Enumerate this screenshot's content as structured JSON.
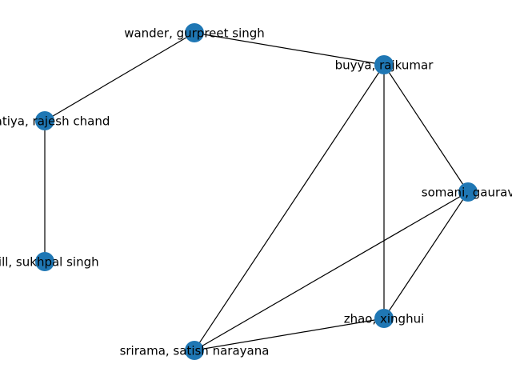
{
  "graph": {
    "node_color": "#1f77b4",
    "edge_color": "#000000",
    "nodes": [
      {
        "id": "wander",
        "label": "wander, gurpreet singh"
      },
      {
        "id": "buyya",
        "label": "buyya, rajkumar"
      },
      {
        "id": "bhatiya",
        "label": "bhatiya, rajesh chand"
      },
      {
        "id": "somani",
        "label": "somani, gaurav"
      },
      {
        "id": "gill",
        "label": "gill, sukhpal singh"
      },
      {
        "id": "zhao",
        "label": "zhao, xinghui"
      },
      {
        "id": "srirama",
        "label": "srirama, satish narayana"
      }
    ],
    "edges": [
      [
        "wander",
        "buyya"
      ],
      [
        "wander",
        "bhatiya"
      ],
      [
        "bhatiya",
        "gill"
      ],
      [
        "buyya",
        "somani"
      ],
      [
        "buyya",
        "zhao"
      ],
      [
        "buyya",
        "srirama"
      ],
      [
        "somani",
        "zhao"
      ],
      [
        "somani",
        "srirama"
      ],
      [
        "zhao",
        "srirama"
      ]
    ]
  }
}
